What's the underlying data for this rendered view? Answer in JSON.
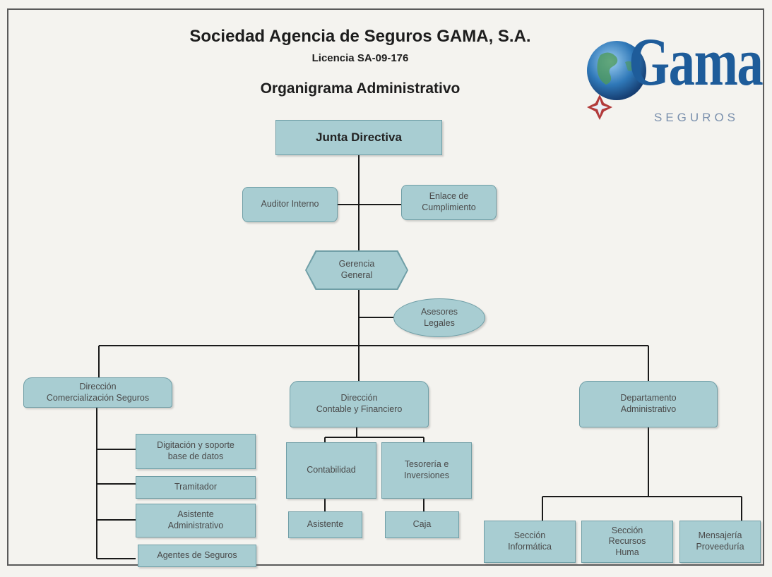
{
  "header": {
    "company": "Sociedad Agencia de Seguros GAMA, S.A.",
    "license": "Licencia SA-09-176",
    "chart_title": "Organigrama Administrativo"
  },
  "logo": {
    "word": "Gama",
    "sub": "SEGUROS",
    "icon": "globe-icon"
  },
  "nodes": {
    "junta": "Junta Directiva",
    "auditor": "Auditor Interno",
    "enlace": "Enlace de\nCumplimiento",
    "gerencia": "Gerencia\nGeneral",
    "asesores": "Asesores\nLegales",
    "dir_comercial": "Dirección\nComercialización Seguros",
    "dir_contable": "Dirección\nContable y Financiero",
    "dep_admin": "Departamento\nAdministrativo",
    "digitacion": "Digitación y soporte\nbase de datos",
    "tramitador": "Tramitador",
    "asistente_admin": "Asistente\nAdministrativo",
    "agentes": "Agentes de Seguros",
    "contabilidad": "Contabilidad",
    "tesoreria": "Tesorería e\nInversiones",
    "asistente": "Asistente",
    "caja": "Caja",
    "informatica": "Sección\nInformática",
    "rrhh": "Sección\nRecursos\nHuma",
    "mensajeria": "Mensajería\nProveeduría"
  },
  "colors": {
    "box_fill": "#a8cdd2",
    "box_border": "#6f9ea6",
    "line": "#1a1a1a",
    "logo_blue": "#1e5c9a"
  }
}
